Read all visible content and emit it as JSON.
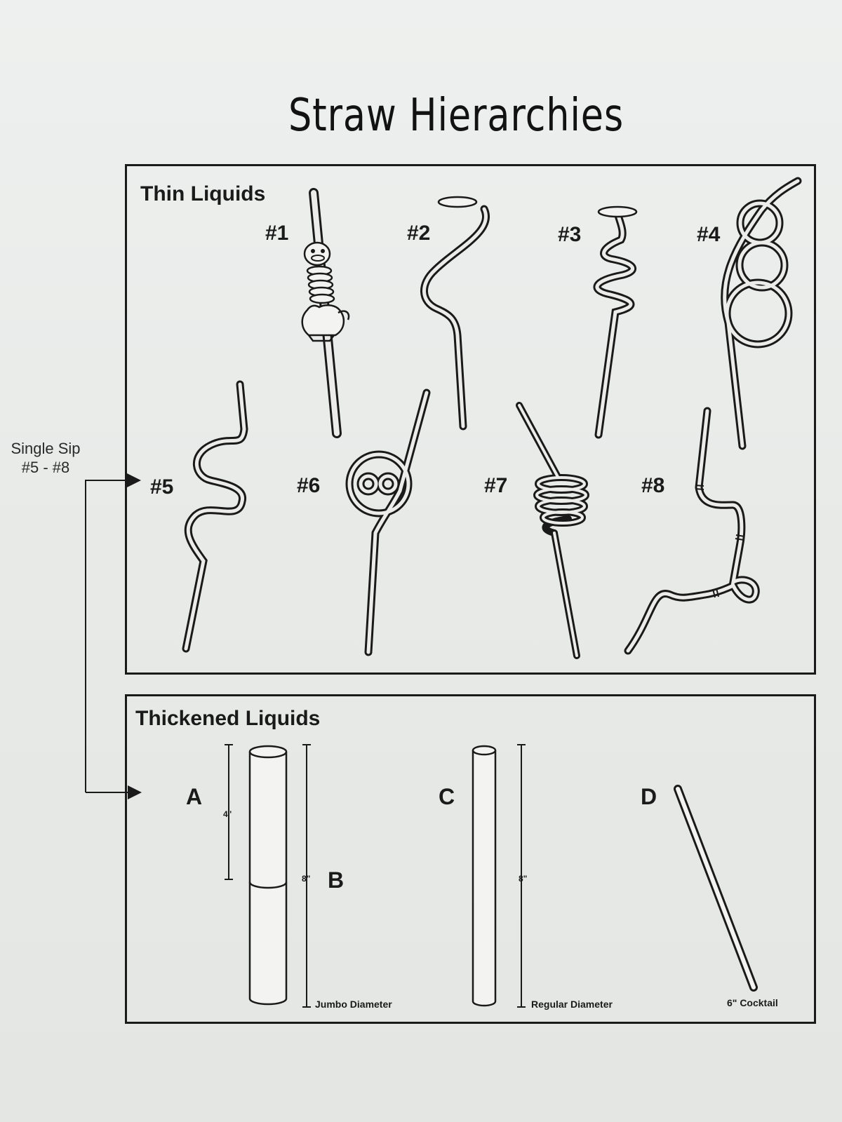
{
  "title": "Straw Hierarchies",
  "thin_section": {
    "heading": "Thin Liquids",
    "straws": [
      {
        "label": "#1",
        "icon": "duck-straw-icon"
      },
      {
        "label": "#2",
        "icon": "curly-straw-icon"
      },
      {
        "label": "#3",
        "icon": "spiral-straw-icon"
      },
      {
        "label": "#4",
        "icon": "loop-straw-icon"
      },
      {
        "label": "#5",
        "icon": "wavy-straw-icon"
      },
      {
        "label": "#6",
        "icon": "coil-straw-icon"
      },
      {
        "label": "#7",
        "icon": "spring-straw-icon"
      },
      {
        "label": "#8",
        "icon": "bent-straw-icon"
      }
    ]
  },
  "side_note": {
    "line1": "Single Sip",
    "line2": "#5 - #8"
  },
  "thick_section": {
    "heading": "Thickened Liquids",
    "items": [
      {
        "letter": "A",
        "dimension": "4\""
      },
      {
        "letter": "B",
        "dimension": "8\"",
        "caption": "Jumbo Diameter"
      },
      {
        "letter": "C",
        "dimension": "8\"",
        "caption": "Regular Diameter"
      },
      {
        "letter": "D",
        "caption": "6\" Cocktail"
      }
    ]
  }
}
